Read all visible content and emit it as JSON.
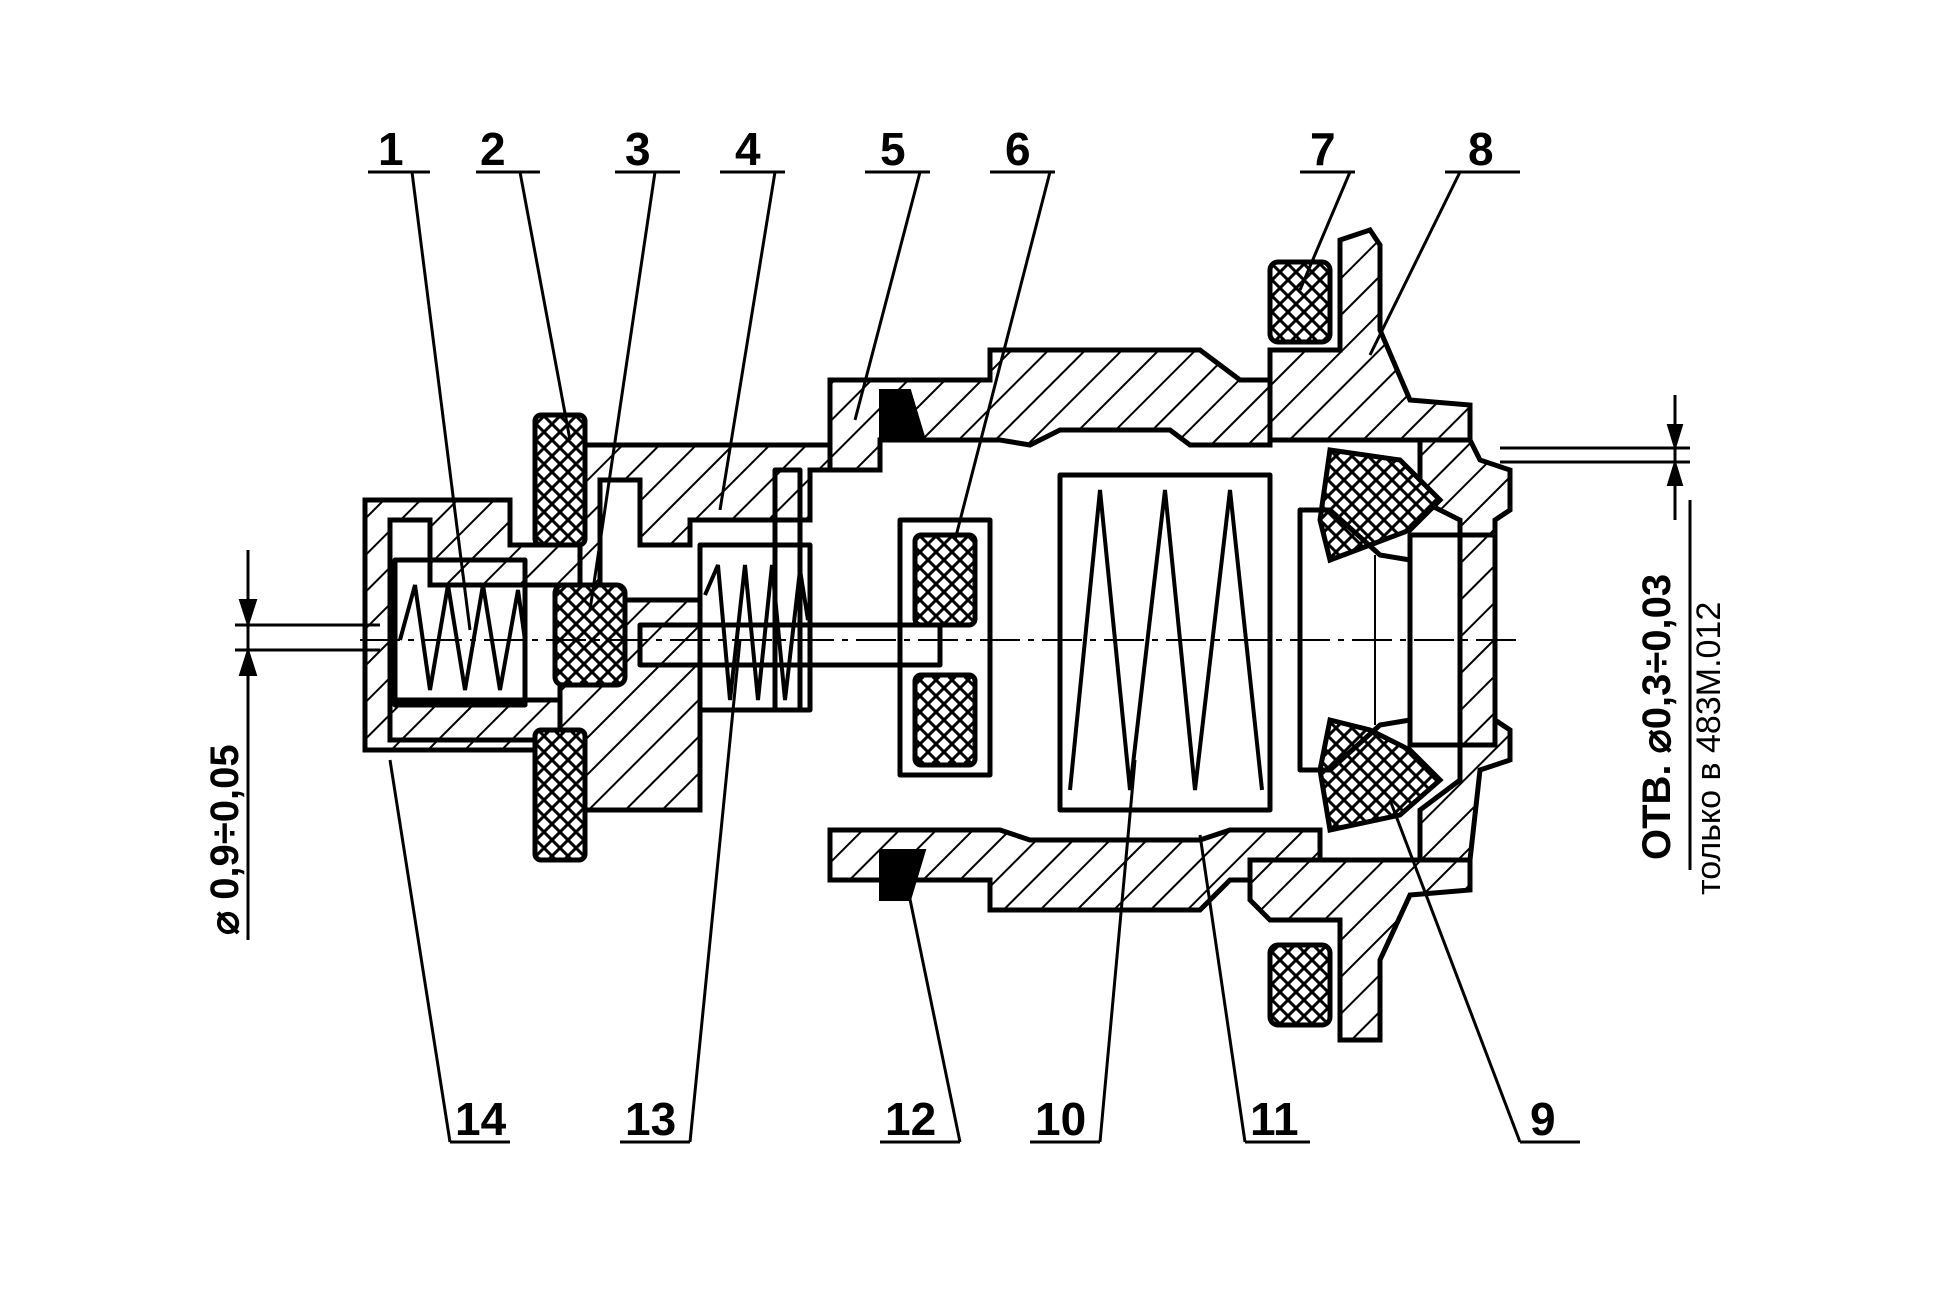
{
  "callouts": {
    "top": [
      "1",
      "2",
      "3",
      "4",
      "5",
      "6",
      "7",
      "8"
    ],
    "bottom": [
      "14",
      "13",
      "12",
      "10",
      "11",
      "9"
    ]
  },
  "dimensions": {
    "left_diameter": "⌀ 0,9÷0,05",
    "right_hole": "ОТВ. ⌀0,3÷0,03",
    "right_note": "только в 483М.012"
  }
}
